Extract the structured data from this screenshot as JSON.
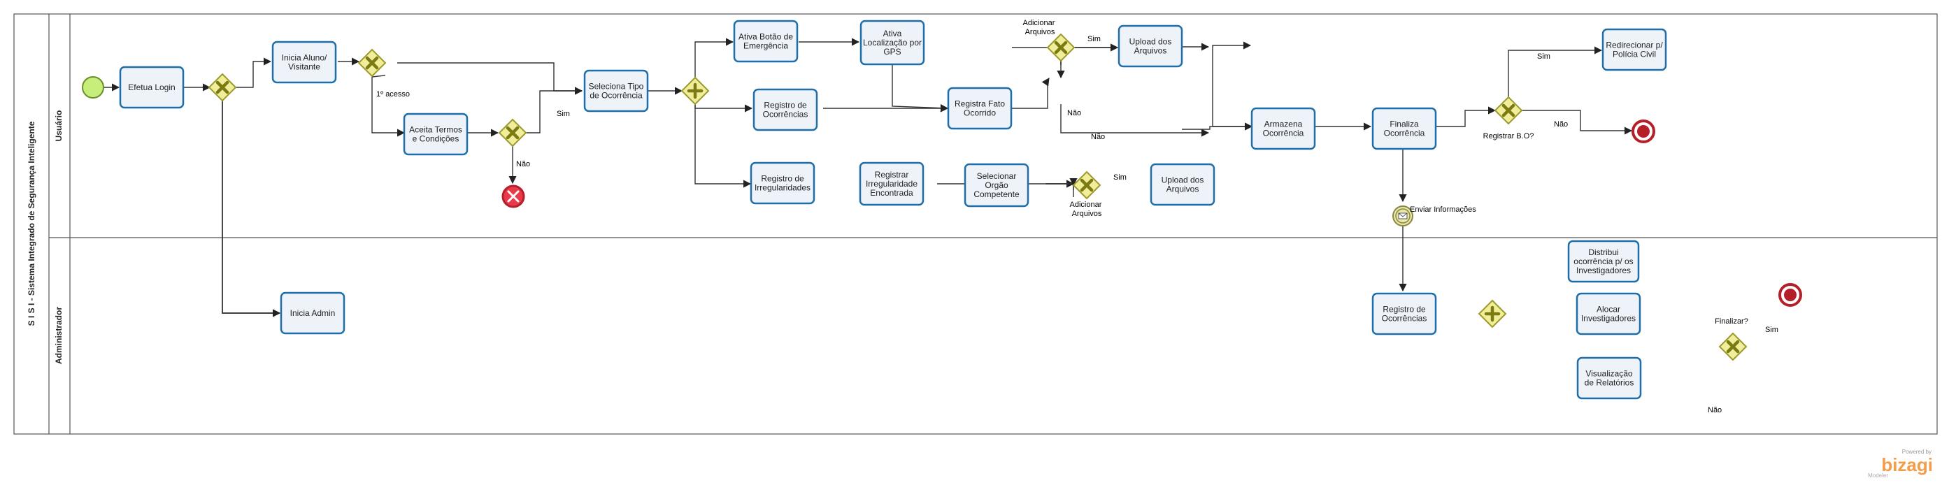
{
  "pool": {
    "title": "S I S I -  Sistema  Integrado de Segurança Inteligente"
  },
  "lanes": {
    "usuario": "Usuário",
    "admin": "Administrador"
  },
  "tasks": {
    "efetua_login": [
      "Efetua Login"
    ],
    "inicia_aluno": [
      "Inicia Aluno/",
      "Visitante"
    ],
    "aceita_termos": [
      "Aceita  Termos",
      "e Condições"
    ],
    "seleciona_tipo": [
      "Seleciona Tipo",
      "de Ocorrência"
    ],
    "ativa_botao": [
      "Ativa Botão de",
      "Emergência"
    ],
    "ativa_localizacao": [
      "Ativa",
      "Localização por",
      "GPS"
    ],
    "registro_ocorrencias_user": [
      "Registro de",
      "Ocorrências"
    ],
    "registra_fato": [
      "Registra Fato",
      "Ocorrido"
    ],
    "upload_1": [
      "Upload dos",
      "Arquivos"
    ],
    "registro_irregularidades": [
      "Registro de",
      "Irregularidades"
    ],
    "registrar_irregularidade": [
      "Registrar",
      "Irregularidade",
      "Encontrada"
    ],
    "selecionar_orgao": [
      "Selecionar",
      "Orgão",
      "Competente"
    ],
    "upload_2": [
      "Upload dos",
      "Arquivos"
    ],
    "armazena": [
      "Armazena",
      "Ocorrência"
    ],
    "finaliza": [
      "Finaliza",
      "Ocorrência"
    ],
    "redirecionar": [
      "Redirecionar p/",
      "Polícia Civil"
    ],
    "inicia_admin": [
      "Inicia Admin"
    ],
    "registro_ocorrencias_admin": [
      "Registro de",
      "Ocorrências"
    ],
    "distribui": [
      "Distribui",
      "ocorrência p/ os",
      "Investigadores"
    ],
    "alocar": [
      "Alocar",
      "Investigadores"
    ],
    "visualizacao": [
      "Visualização",
      "de Relatórios"
    ]
  },
  "labels": {
    "primeiro_acesso": "1º acesso",
    "sim_termos": "Sim",
    "nao_termos": "Não",
    "adicionar_arquivos_1": [
      "Adicionar",
      "Arquivos"
    ],
    "sim_arquivos_1": "Sim",
    "nao_arquivos_1": "Não",
    "adicionar_arquivos_2": [
      "Adicionar",
      "Arquivos"
    ],
    "sim_arquivos_2": "Sim",
    "nao_arquivos_2": "Não",
    "registrar_bo": "Registrar B.O?",
    "sim_bo": "Sim",
    "nao_bo": "Não",
    "enviar_informacoes": "Enviar Informações",
    "finalizar": "Finalizar?",
    "sim_finalizar": "Sim",
    "nao_finalizar": "Não"
  },
  "branding": {
    "powered_by": "Powered by",
    "brand": "bizagi",
    "product": "Modeler"
  },
  "colors": {
    "task_fill": "#eef3fa",
    "task_stroke": "#1f6ea8",
    "gateway_fill": "#f1ee9a",
    "start_fill": "#c7ee7a",
    "end_stroke": "#b51f2a",
    "error_fill": "#e83a4a",
    "brand": "#f39c49"
  }
}
